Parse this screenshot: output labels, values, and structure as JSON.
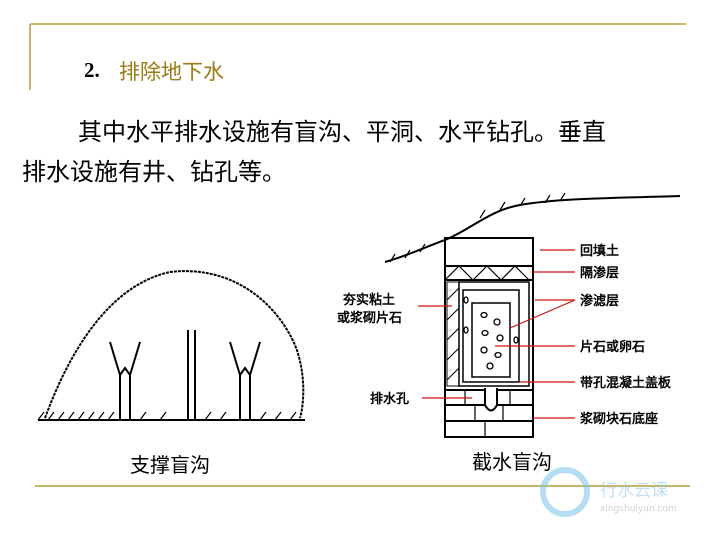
{
  "title": {
    "number": "2.",
    "text": "排除地下水"
  },
  "body": {
    "line1": "其中水平排水设施有盲沟、平洞、水平钻孔。垂直",
    "line2": "排水设施有井、钻孔等。"
  },
  "left_figure": {
    "caption": "支撑盲沟"
  },
  "right_figure": {
    "caption": "截水盲沟",
    "labels": {
      "backfill": "回填土",
      "seal": "隔渗层",
      "filter": "渗滤层",
      "stone": "片石或卵石",
      "cover": "带孔混凝土盖板",
      "base": "浆砌块石底座",
      "wall1": "夯实粘土",
      "wall2": "或浆砌片石",
      "hole": "排水孔"
    }
  },
  "watermark": {
    "name": "行水云课",
    "url": "xingshuiyun.com"
  },
  "colors": {
    "accent": "#9a7a14",
    "leader": "#d01010"
  }
}
